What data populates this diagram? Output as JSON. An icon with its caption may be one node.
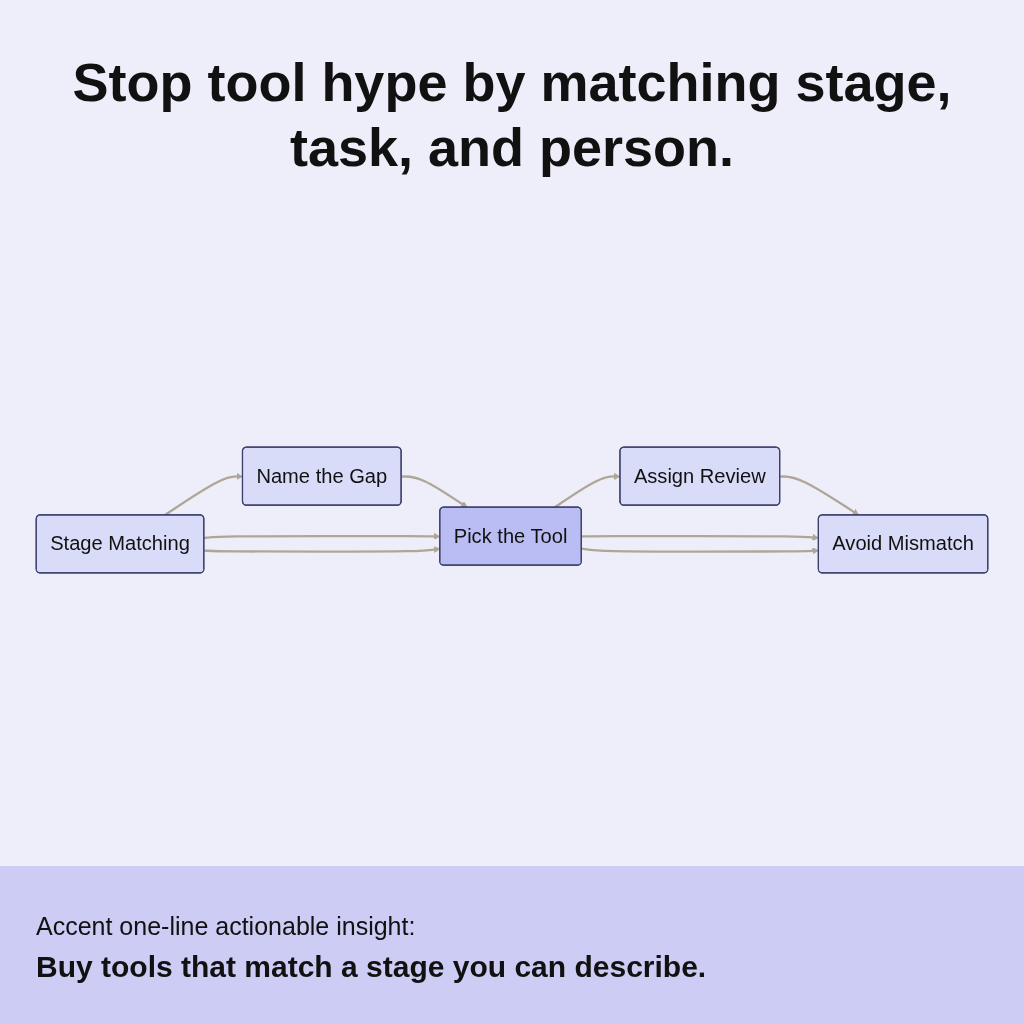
{
  "diagram": {
    "title": "Stop tool hype by matching stage, task, and person.",
    "nodes": [
      {
        "text": [
          "Stage Matching"
        ]
      },
      {
        "text": [
          "Name the Gap"
        ]
      },
      {
        "text": [
          "Pick the Tool"
        ]
      },
      {
        "text": [
          "Assign Review"
        ]
      },
      {
        "text": [
          "Avoid Mismatch"
        ]
      }
    ],
    "edges": [
      {
        "from": 0,
        "to": 1,
        "arrow": "to"
      },
      {
        "from": 1,
        "to": 2,
        "arrow": "to"
      },
      {
        "from": 2,
        "to": 3,
        "arrow": "to"
      },
      {
        "from": 3,
        "to": 4,
        "arrow": "to"
      },
      {
        "from": 0,
        "to": 2,
        "arrow": "to"
      },
      {
        "from": 0,
        "to": 2,
        "arrow": "to"
      },
      {
        "from": 2,
        "to": 4,
        "arrow": "to"
      },
      {
        "from": 2,
        "to": 4,
        "arrow": "to"
      }
    ],
    "labels": [
      "Accent one-line actionable insight:",
      "Buy tools that match a stage you can describe."
    ]
  }
}
